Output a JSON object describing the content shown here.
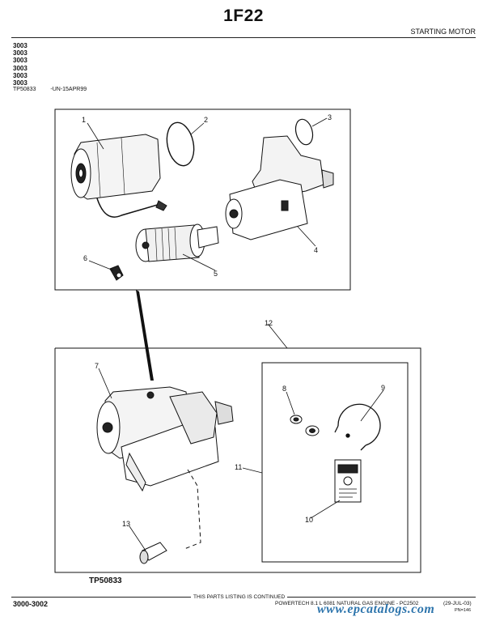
{
  "header": {
    "page_code": "1F22",
    "section_title": "STARTING MOTOR"
  },
  "models": [
    "3003",
    "3003",
    "3003",
    "3003",
    "3003",
    "3003"
  ],
  "reference": {
    "illustration_id": "TP50833",
    "date_code": "-UN-15APR99"
  },
  "callouts": [
    "1",
    "2",
    "3",
    "4",
    "5",
    "6",
    "7",
    "8",
    "9",
    "10",
    "11",
    "12",
    "13"
  ],
  "figure_caption": "TP50833",
  "footer": {
    "continued": "THIS PARTS LISTING IS CONTINUED",
    "page_ref": "3000-3002",
    "engine": "POWERTECH 8.1 L 6081 NATURAL GAS ENGINE - PC2502",
    "date": "(29-JUL-03)",
    "pn": "PN=146",
    "watermark": "www.epcatalogs.com"
  }
}
